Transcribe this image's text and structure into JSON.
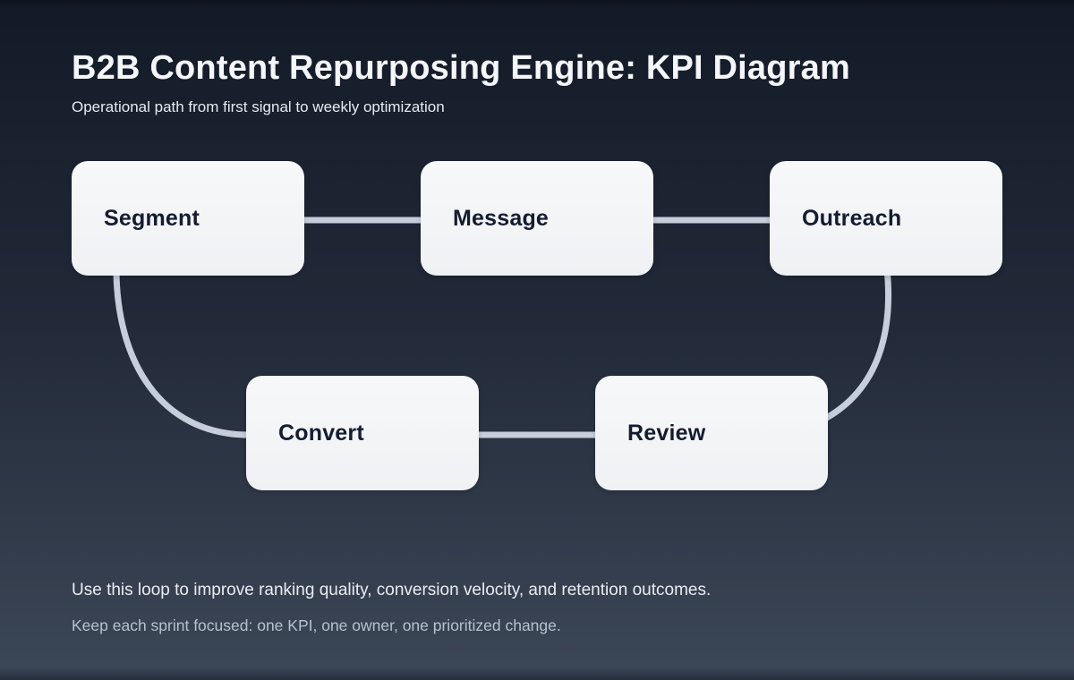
{
  "header": {
    "title": "B2B Content Repurposing Engine: KPI Diagram",
    "subtitle": "Operational path from first signal to weekly optimization"
  },
  "diagram": {
    "nodes": [
      {
        "id": "segment",
        "label": "Segment"
      },
      {
        "id": "message",
        "label": "Message"
      },
      {
        "id": "outreach",
        "label": "Outreach"
      },
      {
        "id": "convert",
        "label": "Convert"
      },
      {
        "id": "review",
        "label": "Review"
      }
    ],
    "connections": [
      {
        "from": "segment",
        "to": "message",
        "style": "straight"
      },
      {
        "from": "message",
        "to": "outreach",
        "style": "straight"
      },
      {
        "from": "outreach",
        "to": "review",
        "style": "curve"
      },
      {
        "from": "review",
        "to": "convert",
        "style": "straight"
      },
      {
        "from": "convert",
        "to": "segment",
        "style": "curve"
      }
    ]
  },
  "footer": {
    "line1": "Use this loop to improve ranking quality, conversion velocity, and retention outcomes.",
    "line2": "Keep each sprint focused: one KPI, one owner, one prioritized change."
  },
  "colors": {
    "background_top": "#131a27",
    "background_mid": "#222a39",
    "background_bottom": "#3c4757",
    "node_fill_top": "#f7f8f9",
    "node_fill_bottom": "#eff1f4",
    "node_text": "#141c31",
    "connector": "#c6cedb",
    "title_text": "#f4f6f9",
    "subtitle_text": "#e7ebf0",
    "footer_primary": "#e9edf3",
    "footer_secondary": "#b7c2d0"
  }
}
